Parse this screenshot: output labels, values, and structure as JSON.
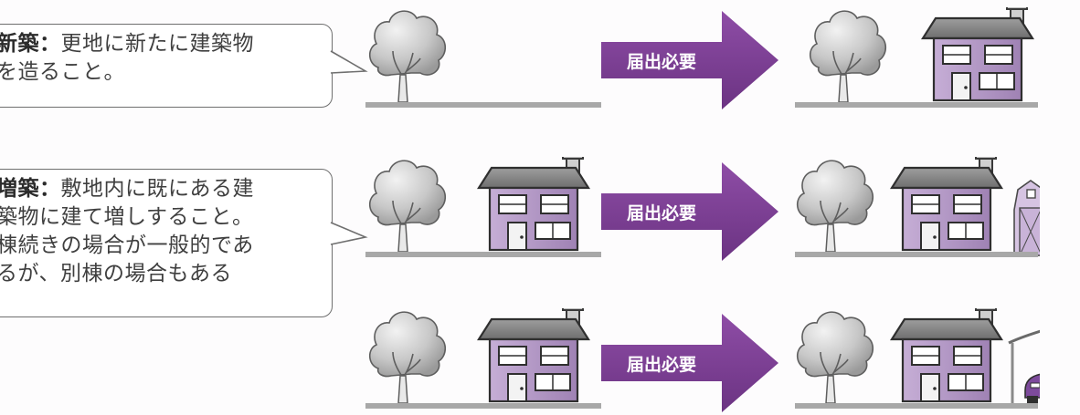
{
  "rows": [
    {
      "id": "shinchiku",
      "bubble": {
        "term": "新築",
        "sep": "：",
        "lines": [
          "更地に新たに建築物",
          "を造ること。"
        ]
      },
      "arrow_label": "届出必要",
      "after_extra": "none"
    },
    {
      "id": "zouchiku-barn",
      "bubble": {
        "term": "増築",
        "sep": "：",
        "lines": [
          "敷地内に既にある建",
          "築物に建て増しすること。",
          "棟続きの場合が一般的であ",
          "るが、別棟の場合もある"
        ]
      },
      "arrow_label": "届出必要",
      "after_extra": "barn"
    },
    {
      "id": "zouchiku-carport",
      "arrow_label": "届出必要",
      "after_extra": "carport"
    }
  ],
  "colors": {
    "arrow_fill": "#7e3f95",
    "house_wall": "#b79ac8",
    "house_wall_dark": "#9a7cae",
    "roof": "#8c8c8c",
    "tree": "#c9c9c9",
    "ground": "#a8a8a8",
    "bubble_border": "#6f6f6f"
  },
  "icons": [
    "tree-icon",
    "house-icon",
    "barn-icon",
    "car-icon",
    "carport-icon",
    "arrow-icon"
  ]
}
